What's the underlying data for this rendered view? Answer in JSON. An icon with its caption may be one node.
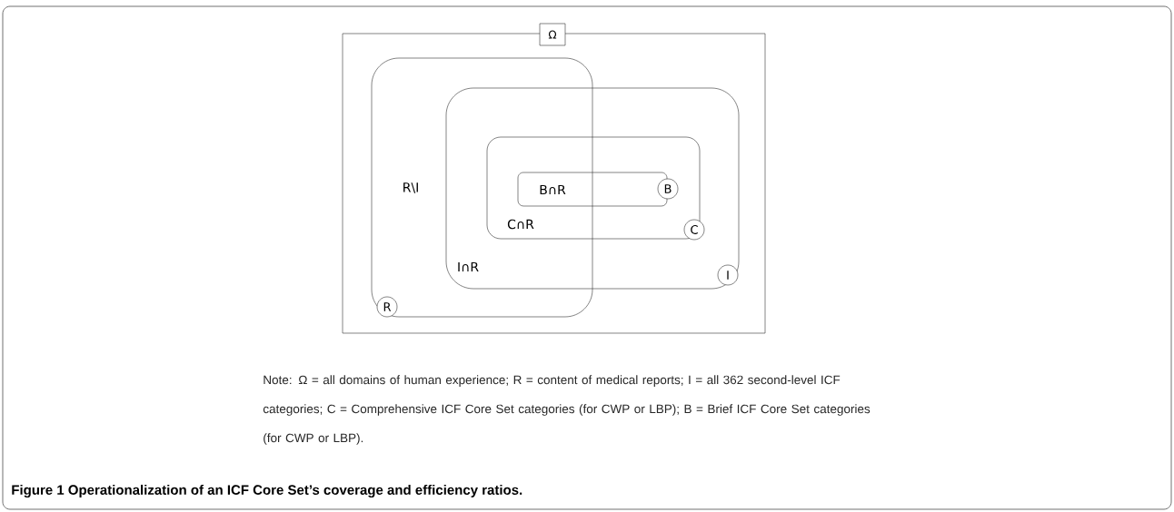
{
  "diagram": {
    "caption": "Figure 1 Operationalization of an ICF Core Set’s coverage and efficiency ratios.",
    "nodes": [
      {
        "text": [
          "Ω"
        ]
      },
      {
        "text": [
          "R"
        ],
        "in": 0
      },
      {
        "text": [
          "I"
        ],
        "in": 0
      },
      {
        "text": [
          "C"
        ],
        "in": 2
      },
      {
        "text": [
          "B"
        ],
        "in": 3
      }
    ],
    "labels": [
      "R\\I",
      "B∩R",
      "C∩R",
      "I∩R",
      "Note: Ω = all domains of human experience; R = content of medical reports; I = all 362 second-level ICF categories; C = Comprehensive ICF Core Set categories (for CWP or LBP); B = Brief ICF Core Set categories (for CWP or LBP)."
    ]
  }
}
